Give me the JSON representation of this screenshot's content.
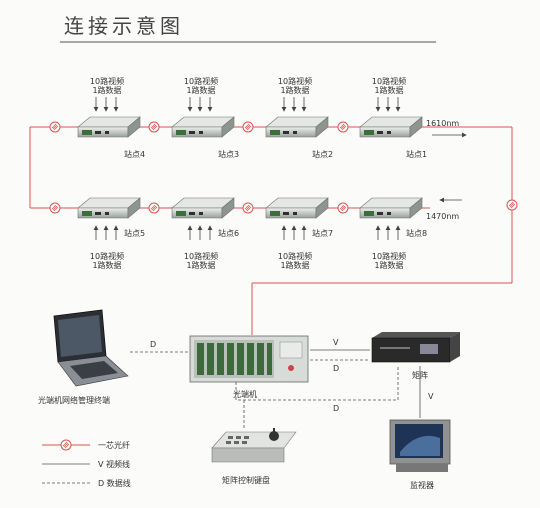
{
  "title": "连接示意图",
  "top_stations": [
    {
      "id": "4",
      "label": "站点4",
      "feed1": "10路视频",
      "feed2": "1路数据"
    },
    {
      "id": "3",
      "label": "站点3",
      "feed1": "10路视频",
      "feed2": "1路数据"
    },
    {
      "id": "2",
      "label": "站点2",
      "feed1": "10路视频",
      "feed2": "1路数据"
    },
    {
      "id": "1",
      "label": "站点1",
      "feed1": "10路视频",
      "feed2": "1路数据"
    }
  ],
  "bottom_stations": [
    {
      "id": "5",
      "label": "站点5",
      "feed1": "10路视频",
      "feed2": "1路数据"
    },
    {
      "id": "6",
      "label": "站点6",
      "feed1": "10路视频",
      "feed2": "1路数据"
    },
    {
      "id": "7",
      "label": "站点7",
      "feed1": "10路视频",
      "feed2": "1路数据"
    },
    {
      "id": "8",
      "label": "站点8",
      "feed1": "10路视频",
      "feed2": "1路数据"
    }
  ],
  "wavelength_top": "1610nm",
  "wavelength_bottom": "1470nm",
  "devices": {
    "laptop": "光端机网络管理终端",
    "rack": "光端机",
    "matrix": "矩阵",
    "keyboard": "矩阵控制键盘",
    "monitor": "监视器"
  },
  "links": {
    "d": "D",
    "v": "V"
  },
  "legend": [
    {
      "key": "fiber",
      "label": "一芯光纤",
      "color": "#d9534f"
    },
    {
      "key": "video",
      "label": "V 视频线",
      "color": "#555555"
    },
    {
      "key": "data",
      "label": "D 数据线",
      "color": "#555555"
    }
  ]
}
